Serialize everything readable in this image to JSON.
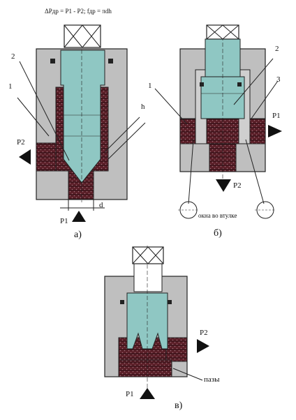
{
  "formula": "ΔPдр = P1 - P2; fдр = πdh",
  "figure_a": {
    "caption": "а)",
    "labels": {
      "n1": "1",
      "n2": "2",
      "p1": "P1",
      "p2": "P2",
      "h": "h",
      "d": "d"
    }
  },
  "figure_b": {
    "caption": "б)",
    "labels": {
      "n1": "1",
      "n2": "2",
      "n3": "3",
      "p1": "P1",
      "p2": "P2",
      "windows": "окна во втулке"
    }
  },
  "figure_c": {
    "caption": "в)",
    "labels": {
      "p1": "P1",
      "p2": "P2",
      "slots": "пазы"
    }
  },
  "colors": {
    "body": "#bfbfbf",
    "spool": "#8fc7c3",
    "channel": "#5a1f28",
    "outline": "#222222"
  }
}
